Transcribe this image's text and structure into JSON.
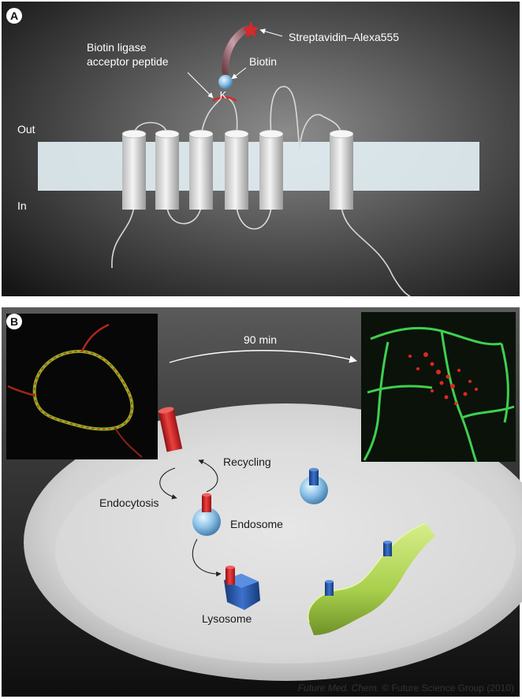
{
  "panel_a": {
    "label": "A",
    "side_out": "Out",
    "side_in": "In",
    "acceptor_peptide": [
      "Biotin ligase",
      "acceptor peptide"
    ],
    "streptavidin": "Streptavidin–Alexa555",
    "biotin": "Biotin",
    "lysine": "K"
  },
  "panel_b": {
    "label": "B",
    "time": "90 min",
    "recycling": "Recycling",
    "endocytosis": "Endocytosis",
    "endosome": "Endosome",
    "lysosome": "Lysosome"
  },
  "credit": {
    "journal": "Future Med. Chem.",
    "rest": " © Future Science Group (2010)"
  },
  "colors": {
    "membrane": "#e3eff4",
    "receptor_red": "#d8282a",
    "receptor_blue": "#1e4fa0",
    "endosome": "#8ec3e8",
    "er_green": "#b6d85e",
    "micrograph_green": "#3fcf4f",
    "micrograph_red": "#e0261e"
  }
}
